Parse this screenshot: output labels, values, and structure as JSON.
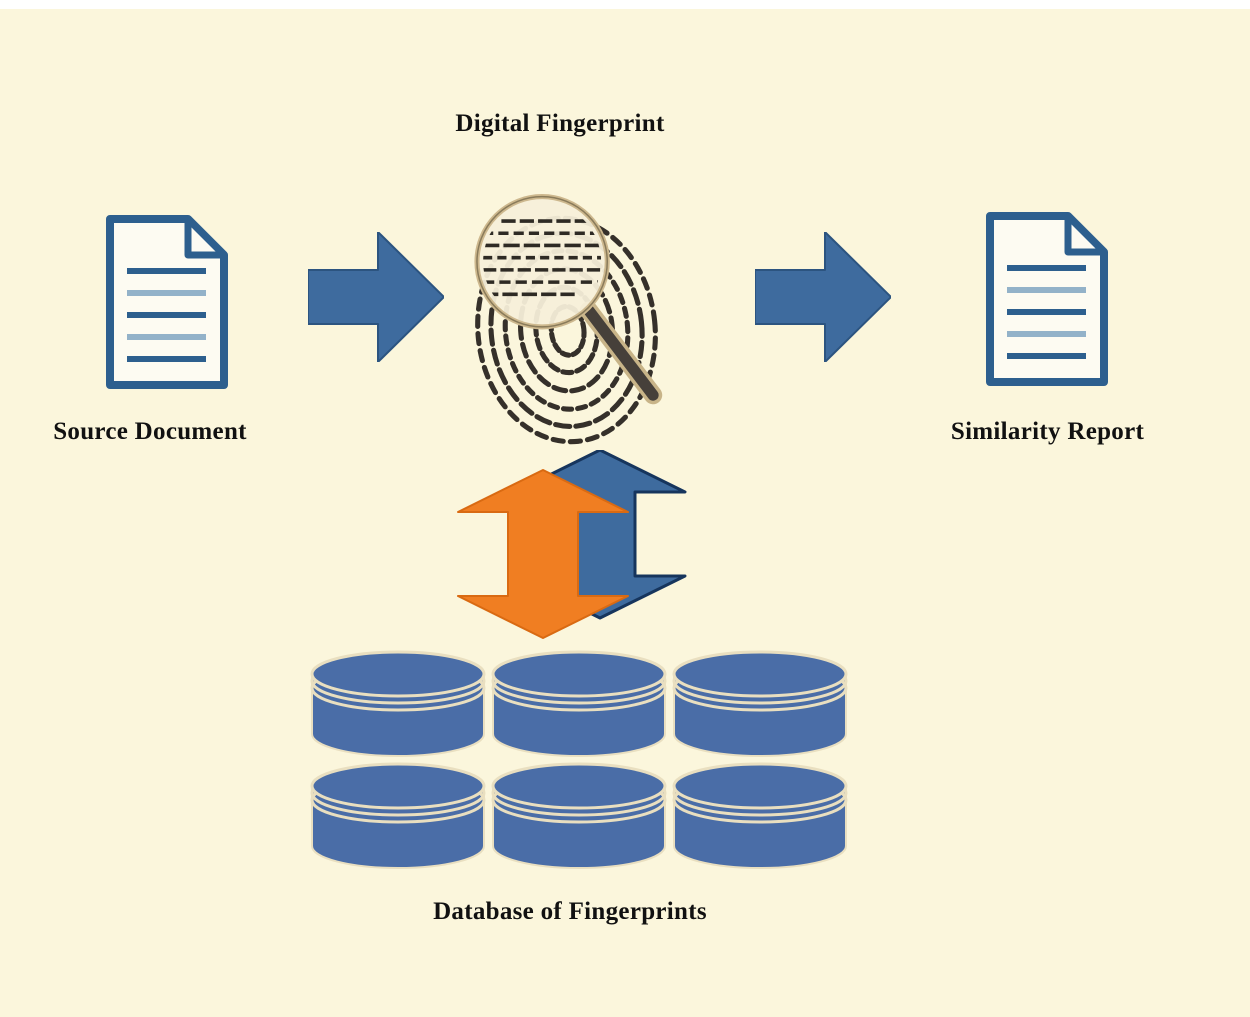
{
  "diagram": {
    "digital_fingerprint_label": "Digital Fingerprint",
    "source_document_label": "Source Document",
    "similarity_report_label": "Similarity Report",
    "database_label": "Database of Fingerprints",
    "colors": {
      "background": "#fbf6dc",
      "arrow_blue": "#3e6b9e",
      "arrow_orange": "#f07e22",
      "database_blue": "#4a6da7",
      "document_outline": "#2d5f8e",
      "label_text": "#111111"
    }
  }
}
